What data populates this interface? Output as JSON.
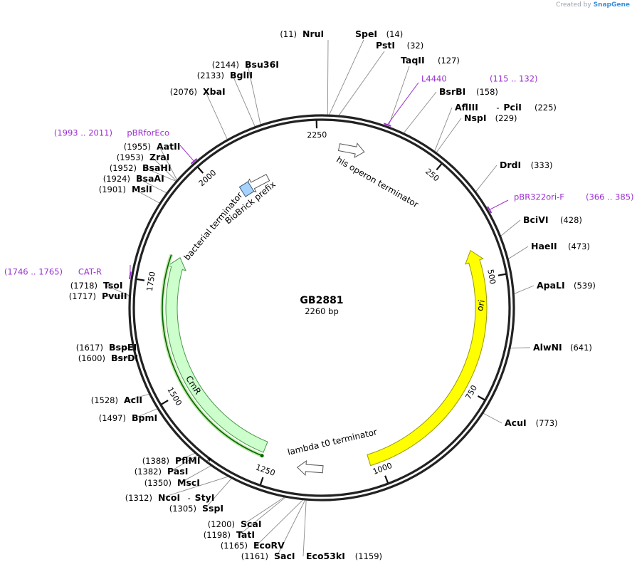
{
  "credit": {
    "prefix": "Created by",
    "brand": "SnapGene"
  },
  "plasmid": {
    "name": "GB2881",
    "length_label": "2260 bp",
    "length": 2260
  },
  "ticks": [
    {
      "pos": 250,
      "label": "250"
    },
    {
      "pos": 500,
      "label": "500"
    },
    {
      "pos": 750,
      "label": "750"
    },
    {
      "pos": 1000,
      "label": "1000"
    },
    {
      "pos": 1250,
      "label": "1250"
    },
    {
      "pos": 1500,
      "label": "1500"
    },
    {
      "pos": 1750,
      "label": "1750"
    },
    {
      "pos": 2000,
      "label": "2000"
    },
    {
      "pos": 2250,
      "label": "2250"
    }
  ],
  "features": [
    {
      "name": "ori",
      "label": "ori",
      "start": 433,
      "end": 1022,
      "strand": -1,
      "color": "#ffff00",
      "stroke": "#999900",
      "type": "arc"
    },
    {
      "name": "CmR",
      "label": "CmR",
      "start": 1268,
      "end": 1817,
      "strand": 1,
      "color": "#ccffcc",
      "stroke": "#4c994c",
      "type": "arc"
    },
    {
      "name": "his operon terminator",
      "label": "his operon terminator",
      "start": 42,
      "end": 93,
      "strand": 1,
      "type": "terminator"
    },
    {
      "name": "lambda t0 terminator",
      "label": "lambda t0 terminator",
      "start": 1127,
      "end": 1185,
      "strand": 1,
      "type": "terminator"
    },
    {
      "name": "bacterial terminator",
      "label": "bacterial terminator",
      "start": 2070,
      "end": 2102,
      "strand": -1,
      "type": "terminator"
    },
    {
      "name": "BioBrick prefix",
      "label": "BioBrick prefix",
      "start": 2048,
      "end": 2066,
      "strand": 0,
      "color": "#a6d2ff",
      "type": "box"
    }
  ],
  "cds_line": {
    "name": "CAT-R region",
    "start": 1268,
    "end": 1817,
    "color": "#006600"
  },
  "primers": [
    {
      "label": "L4440",
      "range": "(115 .. 132)",
      "pos": 124
    },
    {
      "label": "pBR322ori-F",
      "range": "(366 .. 385)",
      "pos": 375
    },
    {
      "label": "CAT-R",
      "range": "(1746 .. 1765)",
      "pos": 1755
    },
    {
      "label": "pBRforEco",
      "range": "(1993 .. 2011)",
      "pos": 2002
    }
  ],
  "enzymes": [
    {
      "name": "NruI",
      "pos": 11,
      "num": "(11)"
    },
    {
      "name": "SpeI",
      "pos": 14,
      "num": "(14)"
    },
    {
      "name": "PstI",
      "pos": 32,
      "num": "(32)"
    },
    {
      "name": "TaqII",
      "pos": 127,
      "num": "(127)"
    },
    {
      "name": "BsrBI",
      "pos": 158,
      "num": "(158)"
    },
    {
      "name": "AflIII",
      "pos": 225,
      "num": "(225)",
      "pair": "PciI"
    },
    {
      "name": "NspI",
      "pos": 229,
      "num": "(229)"
    },
    {
      "name": "DrdI",
      "pos": 333,
      "num": "(333)"
    },
    {
      "name": "BciVI",
      "pos": 428,
      "num": "(428)"
    },
    {
      "name": "HaeII",
      "pos": 473,
      "num": "(473)"
    },
    {
      "name": "ApaLI",
      "pos": 539,
      "num": "(539)"
    },
    {
      "name": "AlwNI",
      "pos": 641,
      "num": "(641)"
    },
    {
      "name": "AcuI",
      "pos": 773,
      "num": "(773)"
    },
    {
      "name": "Eco53kI",
      "pos": 1159,
      "num": "(1159)"
    },
    {
      "name": "SacI",
      "pos": 1161,
      "num": "(1161)"
    },
    {
      "name": "EcoRV",
      "pos": 1165,
      "num": "(1165)"
    },
    {
      "name": "TatI",
      "pos": 1198,
      "num": "(1198)"
    },
    {
      "name": "ScaI",
      "pos": 1200,
      "num": "(1200)"
    },
    {
      "name": "SspI",
      "pos": 1305,
      "num": "(1305)"
    },
    {
      "name": "NcoI",
      "pos": 1312,
      "num": "(1312)",
      "pair": "StyI"
    },
    {
      "name": "MscI",
      "pos": 1350,
      "num": "(1350)"
    },
    {
      "name": "PasI",
      "pos": 1382,
      "num": "(1382)"
    },
    {
      "name": "PflMI",
      "pos": 1388,
      "num": "(1388)",
      "suffix": "*"
    },
    {
      "name": "BpmI",
      "pos": 1497,
      "num": "(1497)"
    },
    {
      "name": "AclI",
      "pos": 1528,
      "num": "(1528)"
    },
    {
      "name": "BsrDI",
      "pos": 1600,
      "num": "(1600)"
    },
    {
      "name": "BspEI",
      "pos": 1617,
      "num": "(1617)"
    },
    {
      "name": "PvuII",
      "pos": 1717,
      "num": "(1717)"
    },
    {
      "name": "TsoI",
      "pos": 1718,
      "num": "(1718)"
    },
    {
      "name": "MslI",
      "pos": 1901,
      "num": "(1901)"
    },
    {
      "name": "BsaAI",
      "pos": 1924,
      "num": "(1924)"
    },
    {
      "name": "BsaHI",
      "pos": 1952,
      "num": "(1952)"
    },
    {
      "name": "ZraI",
      "pos": 1953,
      "num": "(1953)"
    },
    {
      "name": "AatII",
      "pos": 1955,
      "num": "(1955)"
    },
    {
      "name": "XbaI",
      "pos": 2076,
      "num": "(2076)"
    },
    {
      "name": "BglII",
      "pos": 2133,
      "num": "(2133)"
    },
    {
      "name": "Bsu36I",
      "pos": 2144,
      "num": "(2144)"
    }
  ]
}
